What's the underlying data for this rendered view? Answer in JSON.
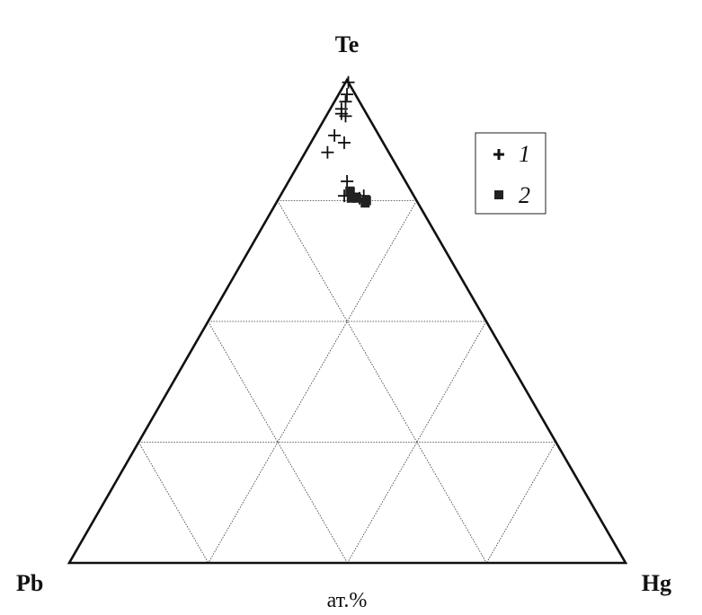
{
  "chart_data": {
    "type": "scatter",
    "subtype": "ternary",
    "apices": {
      "top": "Te",
      "left": "Pb",
      "right": "Hg"
    },
    "unit_label": "ат.%",
    "grid": true,
    "grid_step_percent": 25,
    "legend_position": "top-right",
    "legend": [
      {
        "marker": "plus",
        "label": "1"
      },
      {
        "marker": "square",
        "label": "2"
      }
    ],
    "series": [
      {
        "name": "1",
        "marker": "plus",
        "points": [
          {
            "Te": 99.5,
            "Pb": 0.0,
            "Hg": 0.5
          },
          {
            "Te": 97.0,
            "Pb": 1.5,
            "Hg": 1.5
          },
          {
            "Te": 95.5,
            "Pb": 2.5,
            "Hg": 2.0
          },
          {
            "Te": 94.0,
            "Pb": 4.0,
            "Hg": 2.0
          },
          {
            "Te": 93.0,
            "Pb": 4.5,
            "Hg": 2.5
          },
          {
            "Te": 92.5,
            "Pb": 4.0,
            "Hg": 3.5
          },
          {
            "Te": 88.5,
            "Pb": 8.0,
            "Hg": 3.5
          },
          {
            "Te": 87.0,
            "Pb": 7.0,
            "Hg": 6.0
          },
          {
            "Te": 85.0,
            "Pb": 11.0,
            "Hg": 4.0
          },
          {
            "Te": 79.0,
            "Pb": 10.5,
            "Hg": 10.5
          },
          {
            "Te": 76.5,
            "Pb": 10.5,
            "Hg": 13.0
          },
          {
            "Te": 76.0,
            "Pb": 12.5,
            "Hg": 11.5
          },
          {
            "Te": 76.0,
            "Pb": 9.0,
            "Hg": 15.0
          },
          {
            "Te": 75.5,
            "Pb": 10.0,
            "Hg": 14.5
          }
        ]
      },
      {
        "name": "2",
        "marker": "square",
        "points": [
          {
            "Te": 77.0,
            "Pb": 11.0,
            "Hg": 12.0
          },
          {
            "Te": 75.5,
            "Pb": 11.5,
            "Hg": 13.0
          },
          {
            "Te": 75.5,
            "Pb": 10.5,
            "Hg": 14.0
          },
          {
            "Te": 74.5,
            "Pb": 9.5,
            "Hg": 16.0
          },
          {
            "Te": 75.0,
            "Pb": 9.0,
            "Hg": 16.0
          }
        ]
      }
    ]
  }
}
